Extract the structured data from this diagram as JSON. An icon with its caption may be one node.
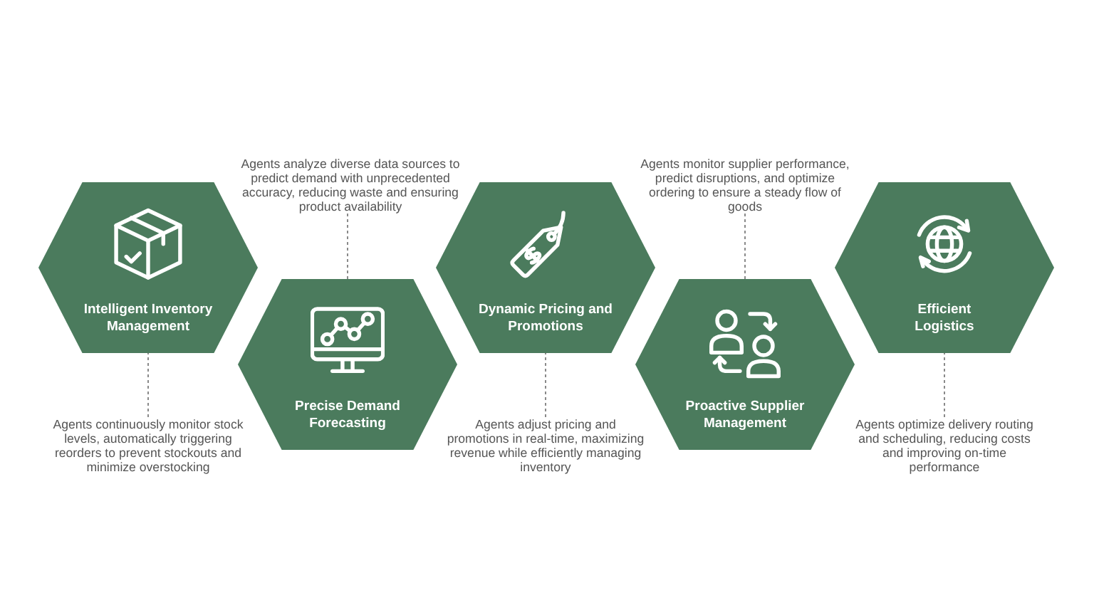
{
  "diagram": {
    "nodes": [
      {
        "text": [
          "Intelligent Inventory Management"
        ]
      },
      {
        "text": [
          "Agents continuously monitor stock levels, automatically triggering reorders to prevent stockouts and minimize overstocking"
        ]
      },
      {
        "text": [
          "Agents analyze diverse data sources to predict demand with unprecedented accuracy, reducing waste and ensuring product availability"
        ]
      },
      {
        "text": [
          "Precise Demand Forecasting"
        ]
      },
      {
        "text": [
          "Dynamic Pricing and Promotions"
        ]
      },
      {
        "text": [
          "Agents adjust pricing and promotions in real-time, maximizing revenue while efficiently managing inventory"
        ]
      },
      {
        "text": [
          "Agents monitor supplier performance, predict disruptions, and optimize ordering to ensure a steady flow of goods"
        ]
      },
      {
        "text": [
          "Proactive Supplier Management"
        ]
      },
      {
        "text": [
          "Efficient Logistics"
        ]
      },
      {
        "text": [
          "Agents optimize delivery routing and scheduling, reducing costs and improving on-time performance"
        ]
      }
    ],
    "edges": [
      {
        "from": 1,
        "to": 0,
        "arrow": "none",
        "style": "dashed"
      },
      {
        "from": 2,
        "to": 3,
        "arrow": "none",
        "style": "dashed"
      },
      {
        "from": 5,
        "to": 4,
        "arrow": "none",
        "style": "dashed"
      },
      {
        "from": 6,
        "to": 7,
        "arrow": "none",
        "style": "dashed"
      },
      {
        "from": 9,
        "to": 8,
        "arrow": "none",
        "style": "dashed"
      }
    ]
  }
}
